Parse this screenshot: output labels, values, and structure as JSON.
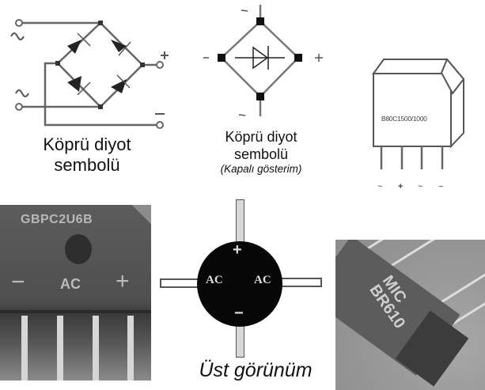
{
  "figures": {
    "bridge_symbol": {
      "caption_line1": "Köprü diyot",
      "caption_line2": "sembolü",
      "terminals": {
        "ac1": "∿",
        "ac2": "∿",
        "positive": "+",
        "negative": "−"
      }
    },
    "closed_symbol": {
      "caption_line1": "Köprü diyot",
      "caption_line2": "sembolü",
      "caption_line3": "(Kapalı gösterim)",
      "terminals": {
        "top": "~",
        "bottom": "~",
        "left": "-",
        "right": "+"
      }
    },
    "package_drawing": {
      "part_label": "B80C1500/1000",
      "pin_labels": [
        "~",
        "+",
        "~",
        "−"
      ]
    },
    "photo_flat_bridge": {
      "brand_label": "GBPC2U6B",
      "pin_labels": {
        "minus": "−",
        "ac": "AC",
        "plus": "+"
      }
    },
    "round_bridge_top_view": {
      "labels": {
        "top": "+",
        "left": "AC",
        "right": "AC",
        "bottom": "−"
      },
      "caption": "Üst görünüm"
    },
    "photo_mic_bridge": {
      "marking_line1": "MIC",
      "marking_line2": "BR610"
    }
  },
  "colors": {
    "background": "#ffffff",
    "line": "#555555",
    "node": "#111111",
    "photo_dark": "#4a4a4a",
    "photo_light": "#9a9a9a"
  }
}
